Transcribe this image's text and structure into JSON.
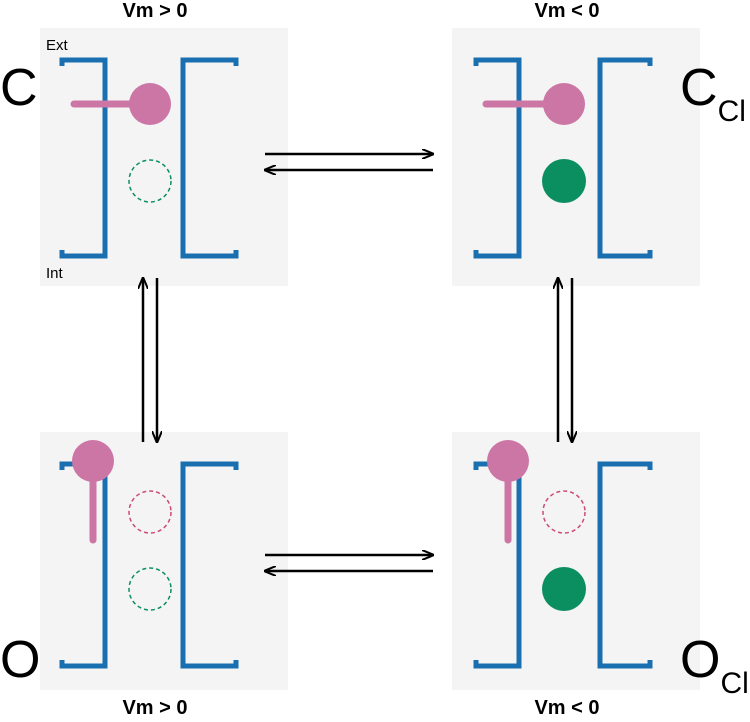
{
  "labels": {
    "cond_top_left": "Vm > 0",
    "cond_top_right": "Vm < 0",
    "cond_bottom_left": "Vm > 0",
    "cond_bottom_right": "Vm < 0",
    "ext": "Ext",
    "int": "Int"
  },
  "states": {
    "closed": "C",
    "closed_cl": "C",
    "closed_cl_sub": "Cl",
    "open": "O",
    "open_cl": "O",
    "open_cl_sub": "Cl"
  },
  "colors": {
    "panel": "#f4f4f4",
    "channel": "#1a6fb0",
    "gate": "#cc76a6",
    "chloride": "#0b8f60",
    "arrow": "#000000"
  }
}
